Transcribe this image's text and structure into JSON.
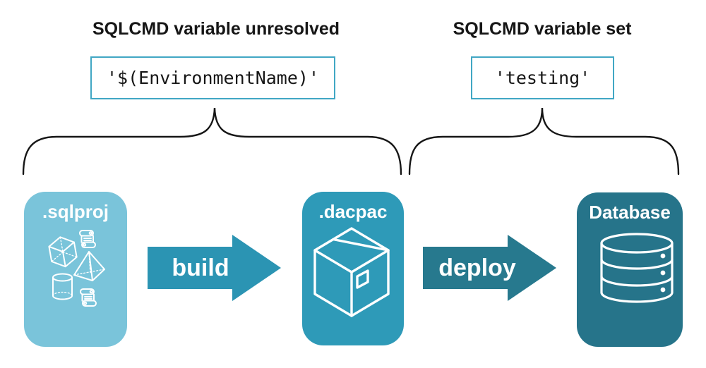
{
  "diagram": {
    "annotations": [
      {
        "heading": "SQLCMD variable unresolved",
        "code": "'$(EnvironmentName)'"
      },
      {
        "heading": "SQLCMD variable set",
        "code": "'testing'"
      }
    ],
    "stages": [
      {
        "label": ".sqlproj",
        "icon": "sql-objects-icon"
      },
      {
        "label": ".dacpac",
        "icon": "package-icon"
      },
      {
        "label": "Database",
        "icon": "database-icon"
      }
    ],
    "arrows": [
      {
        "label": "build"
      },
      {
        "label": "deploy"
      }
    ]
  },
  "colors": {
    "background": "#ffffff",
    "sqlproj-box": "#7ac4da",
    "dacpac-box": "#2e9ab8",
    "database-box": "#26748a",
    "build-arrow": "#2b94b3",
    "deploy-arrow": "#27798e",
    "code-border": "#41a7c4",
    "brace": "#161616",
    "text": "#161616",
    "icon": "#ffffff"
  }
}
